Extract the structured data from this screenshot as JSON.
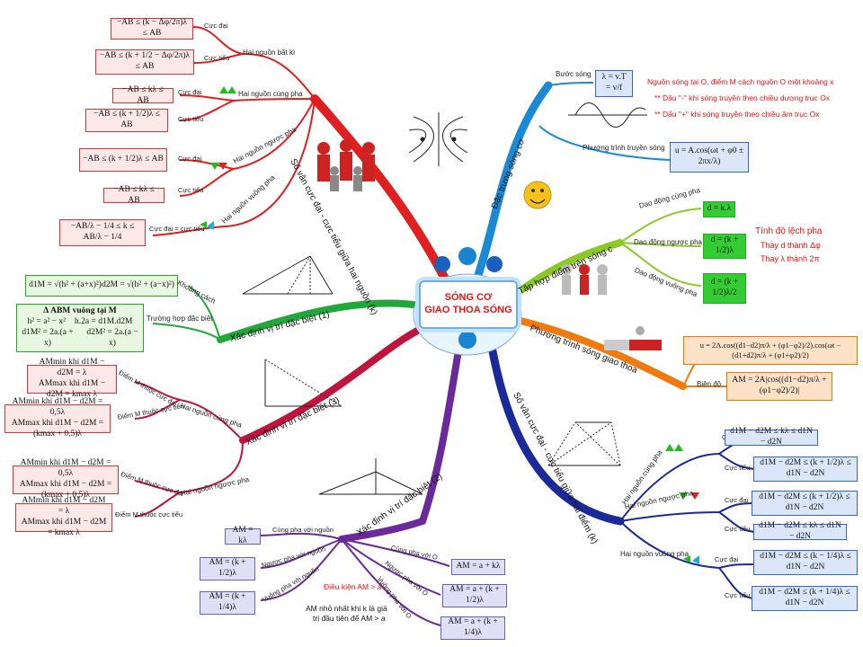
{
  "center": {
    "line1": "SÓNG CƠ",
    "line2": "GIAO THOA SÓNG"
  },
  "branches": {
    "dac_trung": "Đặc trưng sóng cơ",
    "tap_hop": "Tập hợp điểm trên sóng c",
    "pt_song": "Phương trình sóng giao thoa",
    "so_van_diem": "Số vân cực đại - cực tiểu giữa hai điểm (k)",
    "xd2": "Xác định vị trí đặc biệt (2)",
    "xd3": "Xác định vị trí đặc biệt (3)",
    "xd1": "Xác định vị trí đặc biệt (1)",
    "so_van_nguon": "Số vân cực đại - cực tiểu giữa hai nguồn (k)"
  },
  "top_left": {
    "bat_ki": "Hai nguồn bất kì",
    "cung_pha": "Hai nguồn cùng pha",
    "nguoc_pha": "Hai nguồn ngược pha",
    "vuong_pha": "Hai nguồn vuông pha",
    "cuc_dai": "Cực đại",
    "cuc_tieu": "Cực tiểu",
    "cd_ct": "Cực đại = cực tiểu",
    "f1": "−AB ≤ (k − Δφ/2π)λ ≤ AB",
    "f2": "−AB ≤ (k + 1/2 − Δφ/2π)λ ≤ AB",
    "f3": "−AB ≤ kλ ≤ AB",
    "f4": "−AB ≤ (k + 1/2)λ ≤ AB",
    "f5": "−AB ≤ (k + 1/2)λ ≤ AB",
    "f6": "−AB ≤ kλ ≤ AB",
    "f7": "−AB/λ − 1/4 ≤ k ≤ AB/λ − 1/4"
  },
  "left": {
    "khoang_cach": "Khoảng cách",
    "truong_hop": "Trường hợp đặc biệt",
    "d1m": "d1M = √(h² + (a+x)²)",
    "d2m": "d2M = √(h² + (a−x)²)",
    "abm_title": "Δ ABM vuông tại M",
    "abm1": "h² = a² − x²",
    "abm2": "h.2a = d1M.d2M",
    "abm3": "d1M² = 2a.(a + x)",
    "abm4": "d2M² = 2a.(a − x)"
  },
  "lower_left": {
    "cung_pha": "Hai nguồn cùng pha",
    "nguoc_pha": "Hai nguồn ngược pha",
    "diem_cd": "Điểm M thuộc cực đại",
    "diem_ct": "Điểm M thuộc cực tiểu",
    "a1": "AMmin khi d1M − d2M = λ",
    "a2": "AMmax khi d1M − d2M = kmax λ",
    "a3": "AMmin khi d1M − d2M = 0,5λ",
    "a4": "AMmax khi d1M − d2M = (kmax + 0,5)λ",
    "a5": "AMmin khi d1M − d2M = 0,5λ",
    "a6": "AMmax khi d1M − d2M = (kmax + 0,5)λ",
    "a7": "AMmin khi d1M − d2M = λ",
    "a8": "AMmax khi d1M − d2M = kmax λ"
  },
  "bottom": {
    "cp_nguon": "Cùng pha với nguồn",
    "np_nguon": "Ngược pha với nguồn",
    "vp_nguon": "Vuông pha với nguồn",
    "cp_o": "Cùng pha với O",
    "np_o": "Ngược pha với O",
    "vp_o": "Vuông pha với O",
    "b1": "AM = kλ",
    "b2": "AM = (k + 1/2)λ",
    "b3": "AM = (k + 1/4)λ",
    "b4": "AM = a + kλ",
    "b5": "AM = a + (k + 1/2)λ",
    "b6": "AM = a + (k + 1/4)λ",
    "dk": "Điều kiện AM > a",
    "note1": "AM nhỏ nhất khi k là giá",
    "note2": "trị đầu tiên để AM > a"
  },
  "right": {
    "buoc_song": "Bước sóng",
    "bs_f": "λ = v.T = v/f",
    "pt_truyen": "Phương trình truyền sóng",
    "pt_f": "u = A.cos(ωt + φ0 ± 2πx/λ)",
    "n1": "Nguồn sóng tại O, điểm M cách nguồn O một khoảng x",
    "n2": "** Dấu \"-\" khi sóng truyền theo chiều dương trục Ox",
    "n3": "** Dấu \"+\" khi sóng truyền theo chiều âm trục Ox",
    "dd_cung": "Dao động cùng pha",
    "dd_nguoc": "Dao động ngược pha",
    "dd_vuong": "Dao động vuông pha",
    "c1": "d = k.λ",
    "c2": "d = (k + 1/2)λ",
    "c3": "d = (k + 1/2)λ/2",
    "tinh": "Tính độ lệch pha",
    "thay1": "Thay d thành Δφ",
    "thay2": "Thay λ thành 2π",
    "pt_main": "u = 2A.cos((d1−d2)π/λ + (φ1−φ2)/2).cos(ωt − (d1+d2)π/λ + (φ1+φ2)/2)",
    "bien_do": "Biên độ",
    "bd_f": "AM = 2A|cos((d1−d2)π/λ + (φ1−φ2)/2)|"
  },
  "lower_right": {
    "cung_pha": "Hai nguồn cùng pha",
    "nguoc_pha": "Hai nguồn ngược pha",
    "vuong_pha": "Hai nguồn vuông pha",
    "cuc_dai": "Cực đại",
    "cuc_tieu": "Cực tiểu",
    "r1": "d1M − d2M ≤ kλ ≤ d1N − d2N",
    "r2": "d1M − d2M ≤ (k + 1/2)λ ≤ d1N − d2N",
    "r3": "d1M − d2M ≤ (k + 1/2)λ ≤ d1N − d2N",
    "r4": "d1M − d2M ≤ kλ ≤ d1N − d2N",
    "r5": "d1M − d2M ≤ (k − 1/4)λ ≤ d1N − d2N",
    "r6": "d1M − d2M ≤ (k + 1/4)λ ≤ d1N − d2N"
  },
  "colors": {
    "red": "#e02020",
    "blue": "#1a8ad6",
    "green": "#8ac926",
    "orange": "#f07a10",
    "navy": "#1a2a9a",
    "purple": "#6a2a9a",
    "crimson": "#c0143c",
    "dgreen": "#22a83a"
  }
}
